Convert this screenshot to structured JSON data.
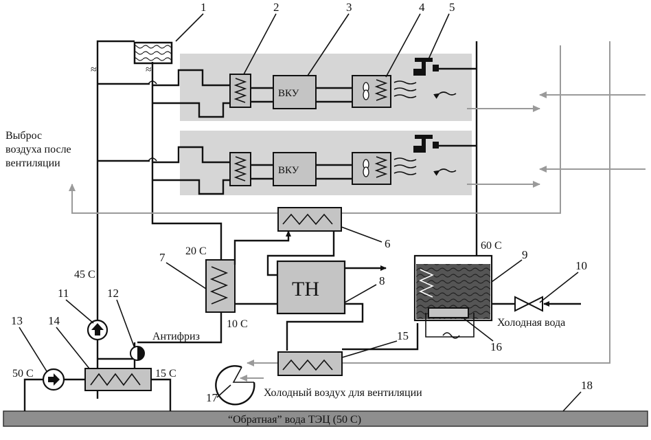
{
  "callouts": [
    "1",
    "2",
    "3",
    "4",
    "5",
    "6",
    "7",
    "8",
    "9",
    "10",
    "11",
    "12",
    "13",
    "14",
    "15",
    "16",
    "17",
    "18"
  ],
  "units": {
    "vku_top": "ВКУ",
    "vku_bottom": "ВКУ",
    "heat_pump": "ТН"
  },
  "temperatures": {
    "t_60": "60 С",
    "t_45": "45 С",
    "t_20": "20 С",
    "t_10": "10 С",
    "t_50": "50 С",
    "t_15": "15 С"
  },
  "labels": {
    "exhaust_line1": "Выброс",
    "exhaust_line2": "воздуха после",
    "exhaust_line3": "вентиляции",
    "antifreeze": "Антифриз",
    "cold_water": "Холодная вода",
    "cold_air": "Холодный воздух для вентиляции",
    "return_water": "“Обратная” вода ТЭЦ (50 С)"
  },
  "colors": {
    "room": "#d6d6d6",
    "block": "#c4c4c4",
    "water": "#555555",
    "ground": "#8e8e8e",
    "grey_line": "#9a9a9a"
  }
}
